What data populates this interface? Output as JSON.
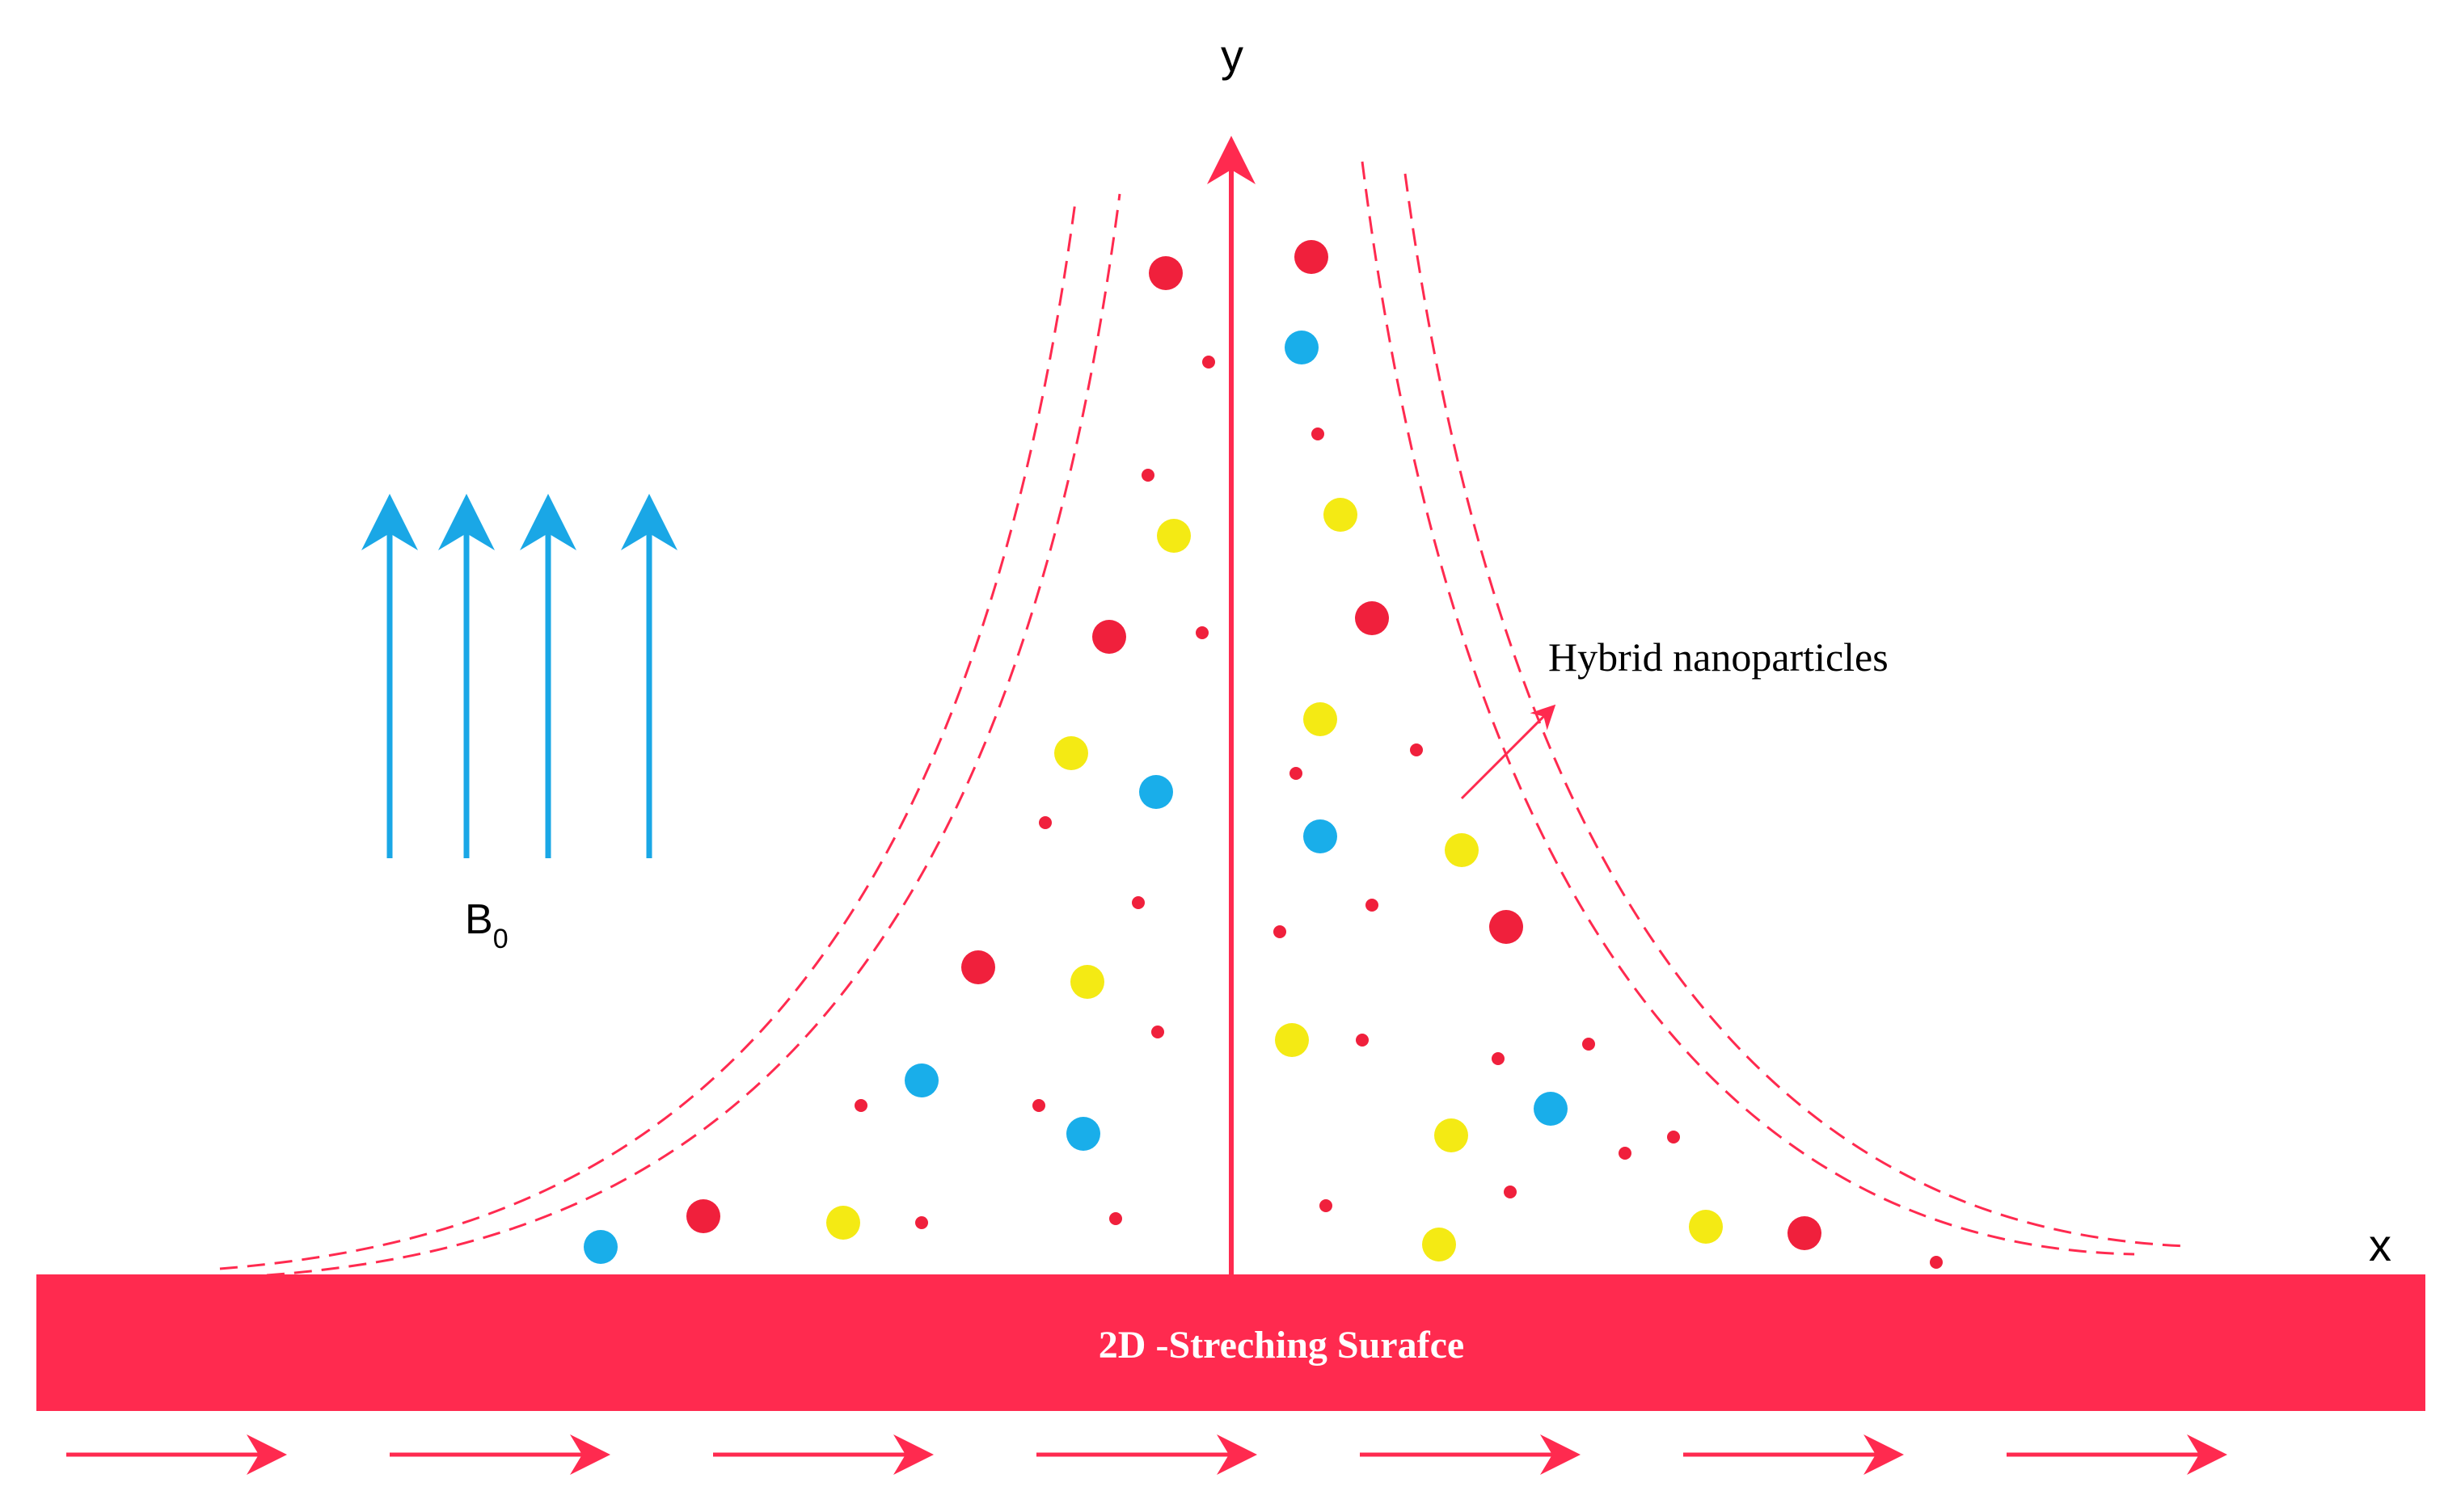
{
  "labels": {
    "y_axis": "y",
    "x_axis": "x",
    "field": "B",
    "field_subscript": "0",
    "particles": "Hybrid nanoparticles",
    "surface": "2D -Streching Surafce"
  },
  "colors": {
    "accent_red": "#ff2a4f",
    "field_blue": "#1aa7e6",
    "particle_red": "#f0203c",
    "particle_blue": "#19aeea",
    "particle_yellow": "#f4ea14",
    "surface_text": "#ffffff"
  },
  "icons": {
    "field_arrow": "up-arrow-icon",
    "stretch_arrow": "right-arrow-icon"
  }
}
